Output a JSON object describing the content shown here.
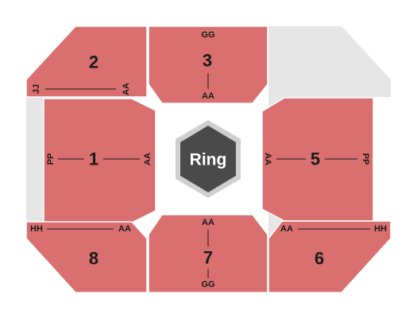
{
  "center": {
    "label": "Ring"
  },
  "sections": [
    {
      "id": "2",
      "rows": [
        "JJ",
        "AA"
      ]
    },
    {
      "id": "3",
      "rows": [
        "GG",
        "AA"
      ]
    },
    {
      "id": "1",
      "rows": [
        "PP",
        "AA"
      ]
    },
    {
      "id": "5",
      "rows": [
        "AA",
        "PP"
      ]
    },
    {
      "id": "8",
      "rows": [
        "HH",
        "AA"
      ]
    },
    {
      "id": "7",
      "rows": [
        "AA",
        "GG"
      ]
    },
    {
      "id": "6",
      "rows": [
        "AA",
        "HH"
      ]
    }
  ],
  "colors": {
    "section_fill": "#d96f6f",
    "walkway": "#e6e6e6",
    "ring_fill": "#4a4a4a",
    "ring_border": "#cfcfcf",
    "floor": "#ffffff"
  }
}
